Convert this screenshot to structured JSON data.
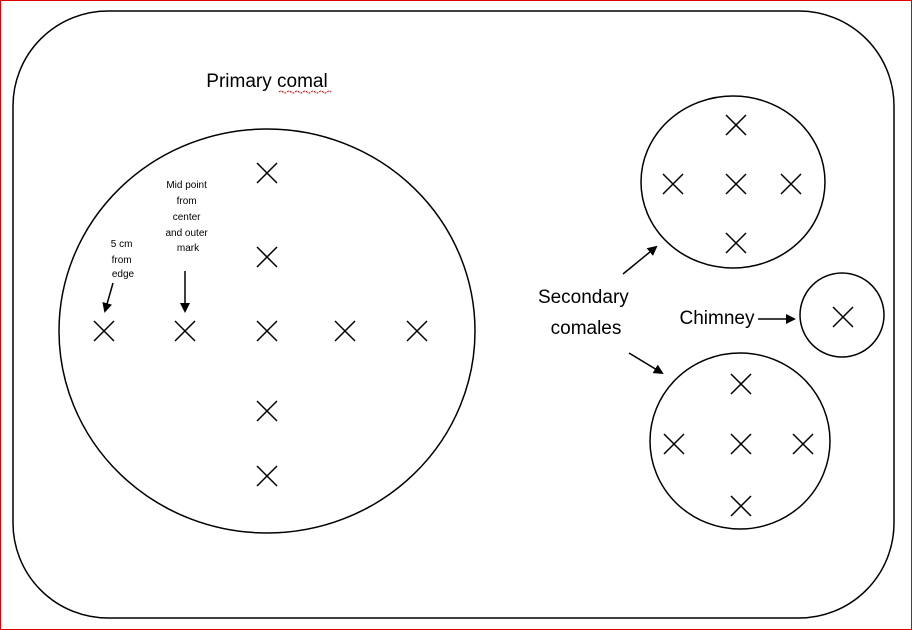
{
  "title": "Primary comal",
  "labels": {
    "five_cm": [
      "5 cm",
      "from",
      "edge"
    ],
    "mid_point": [
      "Mid point",
      "from",
      "center",
      "and outer",
      "mark"
    ],
    "secondary": [
      "Secondary",
      "comales"
    ],
    "chimney": "Chimney"
  },
  "colors": {
    "line": "#000000",
    "frame": "#e00000"
  }
}
